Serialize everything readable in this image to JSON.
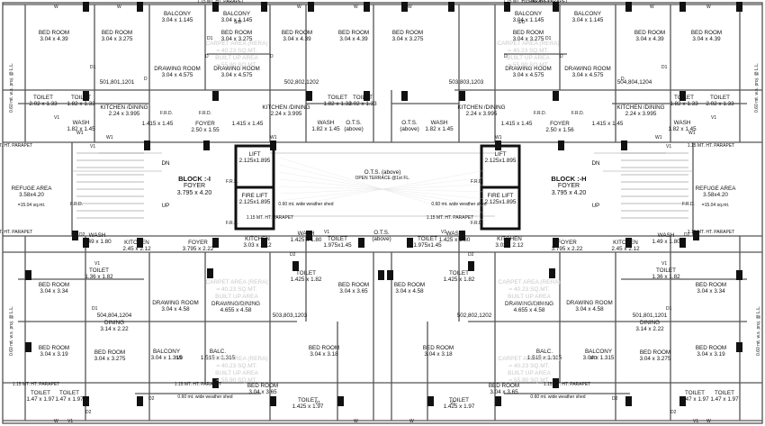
{
  "blocks": [
    {
      "title": "BLOCK :-I",
      "foyer": "FOYER",
      "dim": "3.795 x 4.20"
    },
    {
      "title": "BLOCK :-H",
      "foyer": "FOYER",
      "dim": "3.795 x 4.20"
    }
  ],
  "lifts": [
    {
      "name": "LIFT",
      "dim": "2.125x1.895"
    },
    {
      "name": "FIRE LIFT",
      "dim": "2.125x1.895"
    },
    {
      "name": "LIFT",
      "dim": "2.125x1.895"
    },
    {
      "name": "FIRE LIFT",
      "dim": "2.125x1.895"
    }
  ],
  "center": {
    "ots": "O.T.S. (above)",
    "terrace": "OPEN TERRACE @1st FL."
  },
  "rooms": [
    {
      "n": "BALCONY",
      "d": "3.04 x 1.145"
    },
    {
      "n": "BALCONY",
      "d": "3.04 x 1.145"
    },
    {
      "n": "BALCONY",
      "d": "3.04 x 1.145"
    },
    {
      "n": "BALCONY",
      "d": "3.04 x 1.145"
    },
    {
      "n": "BED ROOM",
      "d": "3.04 x 4.39"
    },
    {
      "n": "BED ROOM",
      "d": "3.04 x 3.275"
    },
    {
      "n": "BED ROOM",
      "d": "3.04 x 4.39"
    },
    {
      "n": "BED ROOM",
      "d": "3.04 x 3.275"
    },
    {
      "n": "BED ROOM",
      "d": "3.04 x 4.39"
    },
    {
      "n": "BED ROOM",
      "d": "3.04 x 4.39"
    },
    {
      "n": "BED ROOM",
      "d": "3.04 x 3.275"
    },
    {
      "n": "BED ROOM",
      "d": "3.04 x 3.275"
    },
    {
      "n": "BED ROOM",
      "d": "3.04 x 4.39"
    },
    {
      "n": "DRAWING ROOM",
      "d": "3.04 x 4.575"
    },
    {
      "n": "DRAWING ROOM",
      "d": "3.04 x 4.575"
    },
    {
      "n": "DRAWING ROOM",
      "d": "3.04 x 4.575"
    },
    {
      "n": "DRAWING ROOM",
      "d": "3.04 x 4.575"
    },
    {
      "n": "TOILET",
      "d": "2.02 x 1.33"
    },
    {
      "n": "TOILET",
      "d": "1.82 x 1.33"
    },
    {
      "n": "TOILET",
      "d": "1.82 x 1.33"
    },
    {
      "n": "TOILET",
      "d": "2.02 x 1.33"
    },
    {
      "n": "TOILET",
      "d": "1.82 x 1.33"
    },
    {
      "n": "TOILET",
      "d": "2.02 x 1.33"
    },
    {
      "n": "KITCHEN /DINING",
      "d": "2.24 x 3.995"
    },
    {
      "n": "KITCHEN /DINING",
      "d": "2.24 x 3.995"
    },
    {
      "n": "KITCHEN /DINING",
      "d": "2.24 x 3.995"
    },
    {
      "n": "KITCHEN /DINING",
      "d": "2.24 x 3.995"
    },
    {
      "n": "WASH",
      "d": "1.82 x 1.45"
    },
    {
      "n": "WASH",
      "d": "1.82 x 1.45"
    },
    {
      "n": "WASH",
      "d": "1.82 x 1.45"
    },
    {
      "n": "WASH",
      "d": "1.82 x 1.45"
    },
    {
      "n": "",
      "d": "1.415 x 1.45"
    },
    {
      "n": "",
      "d": "1.415 x 1.45"
    },
    {
      "n": "",
      "d": "1.415 x 1.45"
    },
    {
      "n": "",
      "d": "1.415 x 1.45"
    },
    {
      "n": "FOYER",
      "d": "2.50 x 1.55"
    },
    {
      "n": "FOYER",
      "d": "2.50 x 1.56"
    },
    {
      "n": "REFUGE AREA",
      "d": "3.58x4.20"
    },
    {
      "n": "REFUGE AREA",
      "d": "3.58x4.20"
    },
    {
      "n": "WASH",
      "d": "1.49 x 1.80"
    },
    {
      "n": "WASH",
      "d": "1.49 x 1.80"
    },
    {
      "n": "KITCHEN",
      "d": "2.45 x 2.12"
    },
    {
      "n": "KITCHEN",
      "d": "2.45 x 2.12"
    },
    {
      "n": "FOYER",
      "d": "3.795 x 2.22"
    },
    {
      "n": "FOYER",
      "d": "3.795 x 2.22"
    },
    {
      "n": "KITCHEN",
      "d": "3.03 x 2.12"
    },
    {
      "n": "KITCHEN",
      "d": "3.03 x 2.12"
    },
    {
      "n": "WASH",
      "d": "1.425 x 1.80"
    },
    {
      "n": "WASH",
      "d": "1.425 x 1.80"
    },
    {
      "n": "TOILET",
      "d": "1.975x1.45"
    },
    {
      "n": "TOILET",
      "d": "1.975x1.45"
    },
    {
      "n": "TOILET",
      "d": "1.425 x 1.82"
    },
    {
      "n": "TOILET",
      "d": "1.425 x 1.82"
    },
    {
      "n": "TOILET",
      "d": "1.36 x 1.82"
    },
    {
      "n": "TOILET",
      "d": "1.36 x 1.82"
    },
    {
      "n": "BED ROOM",
      "d": "3.04 x 3.34"
    },
    {
      "n": "BED ROOM",
      "d": "3.04 x 3.34"
    },
    {
      "n": "BED ROOM",
      "d": "3.04 x 3.65"
    },
    {
      "n": "BED ROOM",
      "d": "3.04 x 4.58"
    },
    {
      "n": "DRAWING ROOM",
      "d": "3.04 x 4.58"
    },
    {
      "n": "DRAWING ROOM",
      "d": "3.04 x 4.58"
    },
    {
      "n": "DRAWING/DINING",
      "d": "4.655 x 4.58"
    },
    {
      "n": "DRAWING/DINING",
      "d": "4.655 x 4.58"
    },
    {
      "n": "DINING",
      "d": "3.14 x 2.22"
    },
    {
      "n": "DINING",
      "d": "3.14 x 2.22"
    },
    {
      "n": "BED ROOM",
      "d": "3.04 x 3.19"
    },
    {
      "n": "BED ROOM",
      "d": "3.04 x 3.18"
    },
    {
      "n": "BED ROOM",
      "d": "3.04 x 3.18"
    },
    {
      "n": "BED ROOM",
      "d": "3.04 x 3.19"
    },
    {
      "n": "BED ROOM",
      "d": "3.04 x 3.275"
    },
    {
      "n": "BED ROOM",
      "d": "3.04 x 3.275"
    },
    {
      "n": "BALCONY",
      "d": "3.04 x 1.315"
    },
    {
      "n": "BALCONY",
      "d": "3.04 x 1.315"
    },
    {
      "n": "BALC.",
      "d": "1.515 x 1.315"
    },
    {
      "n": "BALC.",
      "d": "1.515 x 1.315"
    },
    {
      "n": "BED ROOM",
      "d": "3.04 x 3.65"
    },
    {
      "n": "BED ROOM",
      "d": "3.04 x 3.65"
    },
    {
      "n": "TOILET",
      "d": "1.425 x 1.97"
    },
    {
      "n": "TOILET",
      "d": "1.425 x 1.97"
    },
    {
      "n": "TOILET",
      "d": "1.47 x 1.97"
    },
    {
      "n": "TOILET",
      "d": "1.47 x 1.97"
    },
    {
      "n": "TOILET",
      "d": "1.47 x 1.97"
    },
    {
      "n": "TOILET",
      "d": "1.47 x 1.97"
    },
    {
      "n": "O.T.S.",
      "d": "(above)"
    },
    {
      "n": "O.T.S.",
      "d": "(above)"
    },
    {
      "n": "O.T.S.",
      "d": "(above)"
    }
  ],
  "unit_numbers": [
    "501,801,1201",
    "502,802,1202",
    "503,803,1203",
    "504,804,1204",
    "504,804,1204",
    "503,803,1203",
    "502,802,1202",
    "501,801,1201"
  ],
  "notes": {
    "parapet": "1.15 MT. HT. PARAPET",
    "shed": "0.60 mt. wide weather shed",
    "proj": "0.60 mt. w.s. proj. @ L.L.",
    "frd": "F.R.D.",
    "dn": "DN",
    "up": "UP",
    "refuge_area_sqmt": "=15.04 sq.mt."
  },
  "ghost_text": [
    "CARPET AREA (RERA)",
    "= 40.23 SQ.MT.",
    "BUILT UP AREA",
    "= 55.90 SQ.MT."
  ],
  "markers": [
    "W",
    "D",
    "D1",
    "D2",
    "V1",
    "S/D",
    "W1"
  ]
}
